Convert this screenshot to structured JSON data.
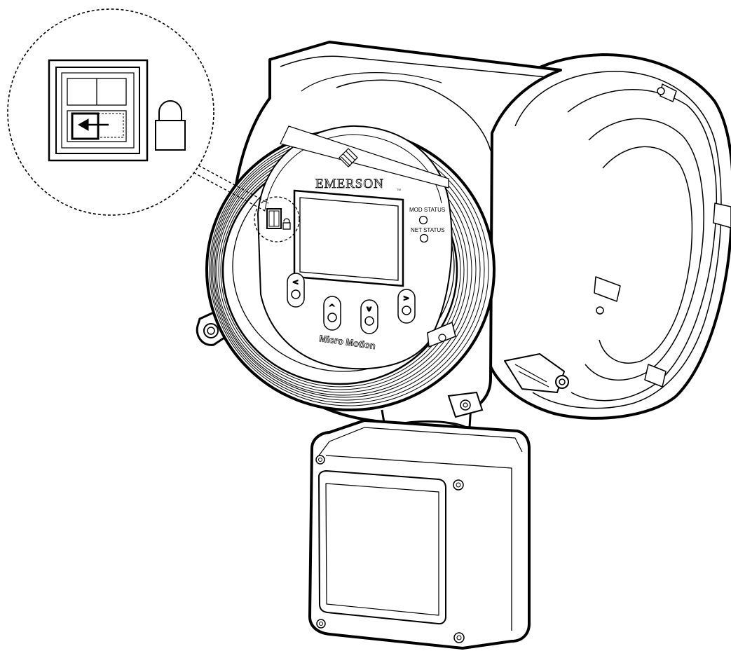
{
  "device": {
    "brand": "EMERSON",
    "brand_tm": "TM",
    "product_name": "Micro Motion",
    "led_labels": [
      "MOD STATUS",
      "NET STATUS"
    ],
    "buttons": [
      {
        "name": "left-button",
        "symbol": "<"
      },
      {
        "name": "up-button",
        "symbol": "^"
      },
      {
        "name": "down-button",
        "symbol": "v"
      },
      {
        "name": "right-button",
        "symbol": ">"
      }
    ]
  },
  "callout": {
    "subject": "security-switch",
    "icons": [
      "switch-icon",
      "arrow-left-icon",
      "lock-icon"
    ]
  },
  "colors": {
    "line": "#000000",
    "fill": "#ffffff",
    "screen": "#ffffff"
  }
}
